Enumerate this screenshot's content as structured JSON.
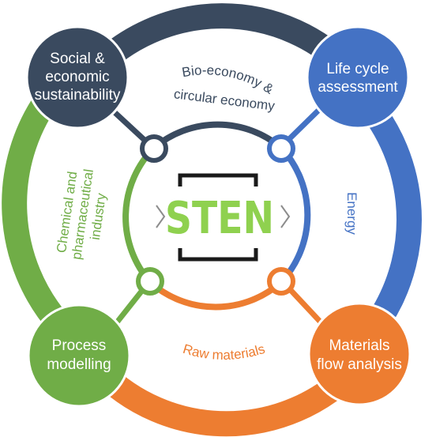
{
  "logo": {
    "text": "STEN"
  },
  "nodes": {
    "social": {
      "line1": "Social &",
      "line2": "economic",
      "line3": "sustainability"
    },
    "lca": {
      "line1": "Life cycle",
      "line2": "assessment"
    },
    "process": {
      "line1": "Process",
      "line2": "modelling"
    },
    "mfa": {
      "line1": "Materials",
      "line2": "flow analysis"
    }
  },
  "themes": {
    "bio": {
      "line1": "Bio-economy &",
      "line2": "circular economy"
    },
    "energy": {
      "label": "Energy"
    },
    "raw": {
      "label": "Raw materials"
    },
    "chem": {
      "line1": "Chemical and",
      "line2": "pharmaceutical",
      "line3": "industry"
    }
  },
  "colors": {
    "navy": "#3a4a5f",
    "blue": "#4472c4",
    "green": "#70ad47",
    "orange": "#ed7d31",
    "logo_green": "#8fd14f",
    "bracket": "#1a1a1a",
    "chevron": "#8c8c8c"
  }
}
